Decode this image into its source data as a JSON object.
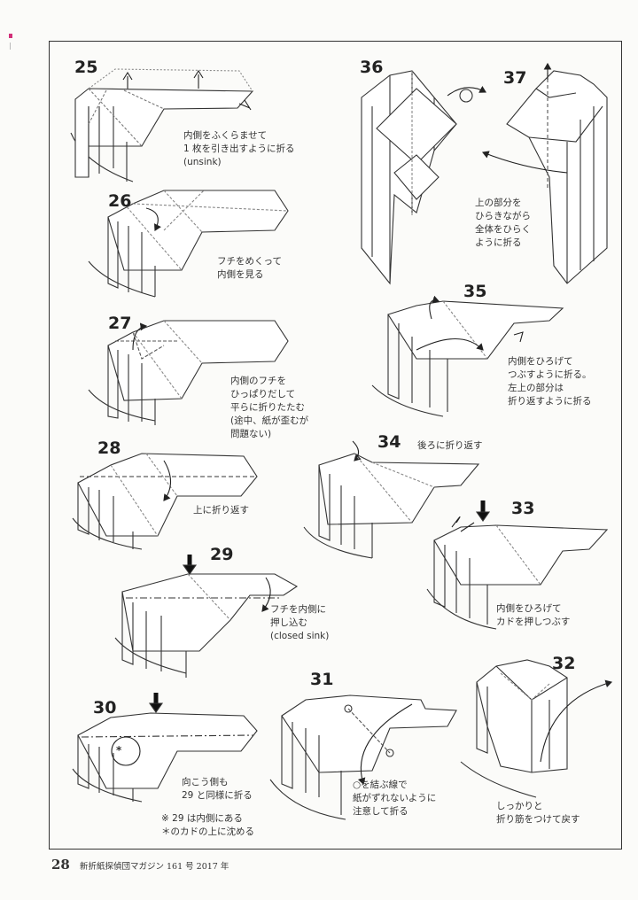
{
  "step_numbers": {
    "s25": "25",
    "s26": "26",
    "s27": "27",
    "s28": "28",
    "s29": "29",
    "s30": "30",
    "s31": "31",
    "s32": "32",
    "s33": "33",
    "s34": "34",
    "s35": "35",
    "s36": "36",
    "s37": "37"
  },
  "notes": {
    "s25": "内側をふくらませて\n1 枚を引き出すように折る\n(unsink)",
    "s26": "フチをめくって\n内側を見る",
    "s27": "内側のフチを\nひっぱりだして\n平らに折りたたむ\n(途中、紙が歪むが\n問題ない)",
    "s28": "上に折り返す",
    "s29": "フチを内側に\n押し込む\n(closed sink)",
    "s30": "向こう側も\n29 と同様に折る",
    "s30_footnote": "※ 29 は内側にある\n＊のカドの上に沈める",
    "s31": "○を結ぶ線で\n紙がずれないように\n注意して折る",
    "s32": "しっかりと\n折り筋をつけて戻す",
    "s33": "内側をひろげて\nカドを押しつぶす",
    "s34": "後ろに折り返す",
    "s35": "内側をひろげて\nつぶすように折る。\n左上の部分は\n折り返すように折る",
    "s37": "上の部分を\nひらきながら\n全体をひらく\nように折る"
  },
  "asterisk": "*",
  "footer": {
    "page_number": "28",
    "magazine": "新折紙探偵団マガジン 161 号 2017 年"
  }
}
